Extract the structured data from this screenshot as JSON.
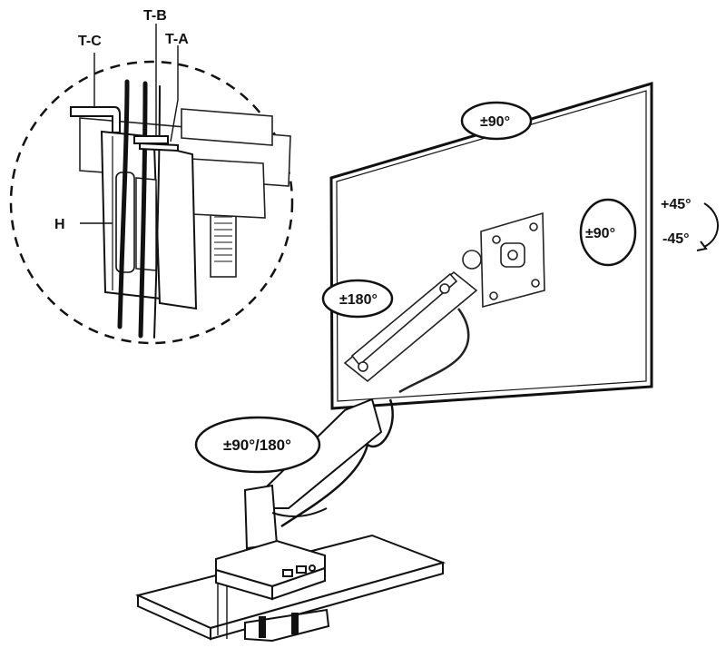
{
  "callouts": {
    "t_c": "T-C",
    "t_b": "T-B",
    "t_a": "T-A",
    "h": "H"
  },
  "rotations": {
    "monitor_top": "±90°",
    "monitor_side": "±90°",
    "tilt_up": "+45°",
    "tilt_down": "-45°",
    "arm_joint": "±180°",
    "base": "±90°/180°"
  }
}
